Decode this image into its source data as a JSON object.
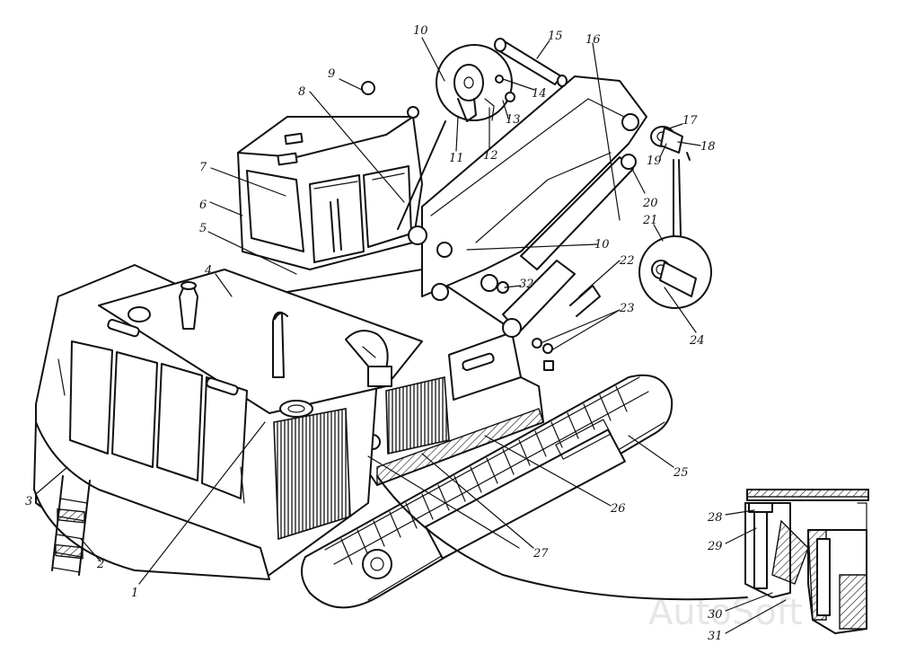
{
  "diagram": {
    "callouts": [
      "1",
      "2",
      "3",
      "4",
      "5",
      "6",
      "7",
      "8",
      "9",
      "10",
      "11",
      "12",
      "13",
      "14",
      "15",
      "16",
      "17",
      "18",
      "19",
      "20",
      "21",
      "22",
      "23",
      "24",
      "25",
      "26",
      "27",
      "28",
      "29",
      "30",
      "31",
      "32"
    ],
    "label_10_second": "10",
    "watermark": "AutoSoft"
  }
}
